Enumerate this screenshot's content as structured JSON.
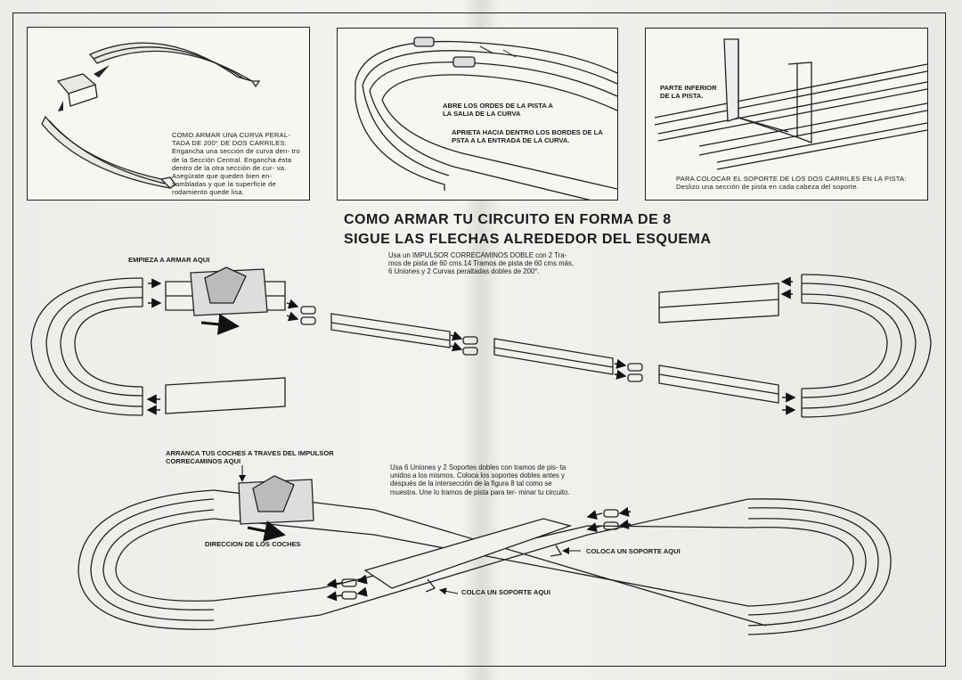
{
  "panels": {
    "curve": {
      "heading": "COMO ARMAR UNA CURVA PERAL- TADA DE 200° DE DOS CARRILES:",
      "body": "Engancha una sección de curva den- tro de la Sección Central. Engancha ésta dentro de la otra sección de cur- va. Asegúrate que queden bien en- sambladas y que la superficie de rodamiento quede lisa."
    },
    "edges": {
      "open_label": "ABRE LOS ORDES DE LA PISTA A LA SALIA DE LA CURVA",
      "tighten_label": "APRIETA HACIA DENTRO LOS BORDES DE LA PSTA A LA ENTRADA DE LA CURVA."
    },
    "support": {
      "part_label": "PARTE INFERIOR DE LA PISTA.",
      "heading": "PARA COLOCAR EL SOPORTE DE LOS DOS CARRILES EN LA PISTA:",
      "body": "Deslizo una sección de pista en cada cabeza del soporte."
    }
  },
  "main_title": {
    "line1": "COMO ARMAR TU CIRCUITO EN FORMA DE 8",
    "line2": "SIGUE LAS FLECHAS ALREDEDOR DEL ESQUEMA"
  },
  "layout_note": "Usa un IMPULSOR CORRECAMINOS DOBLE con 2 Tra- mos de pista de 60 cms.14 Tramos de pista de 60 cms más, 6 Uniones y 2 Curvas peraltadas dobles de 200°.",
  "labels": {
    "start_here": "EMPIEZA A ARMAR AQUI",
    "launch": "ARRANCA TUS COCHES A TRAVES DEL IMPULSOR CORRECAMINOS AQUI",
    "direction": "DIRECCION DE LOS COCHES",
    "support_right": "COLOCA UN SOPORTE AQUI",
    "support_bottom": "COLCA UN SOPORTE AQUI"
  },
  "bridge_note": "Usa 6 Uniones y 2 Soportes dobles con tramos de pis- ta unidos a los mismos. Coloca los soportes dobles antes y después de la intersección de la figura 8 tal como se muestra. Une lo tramos de pista para ter- minar tu circuito."
}
